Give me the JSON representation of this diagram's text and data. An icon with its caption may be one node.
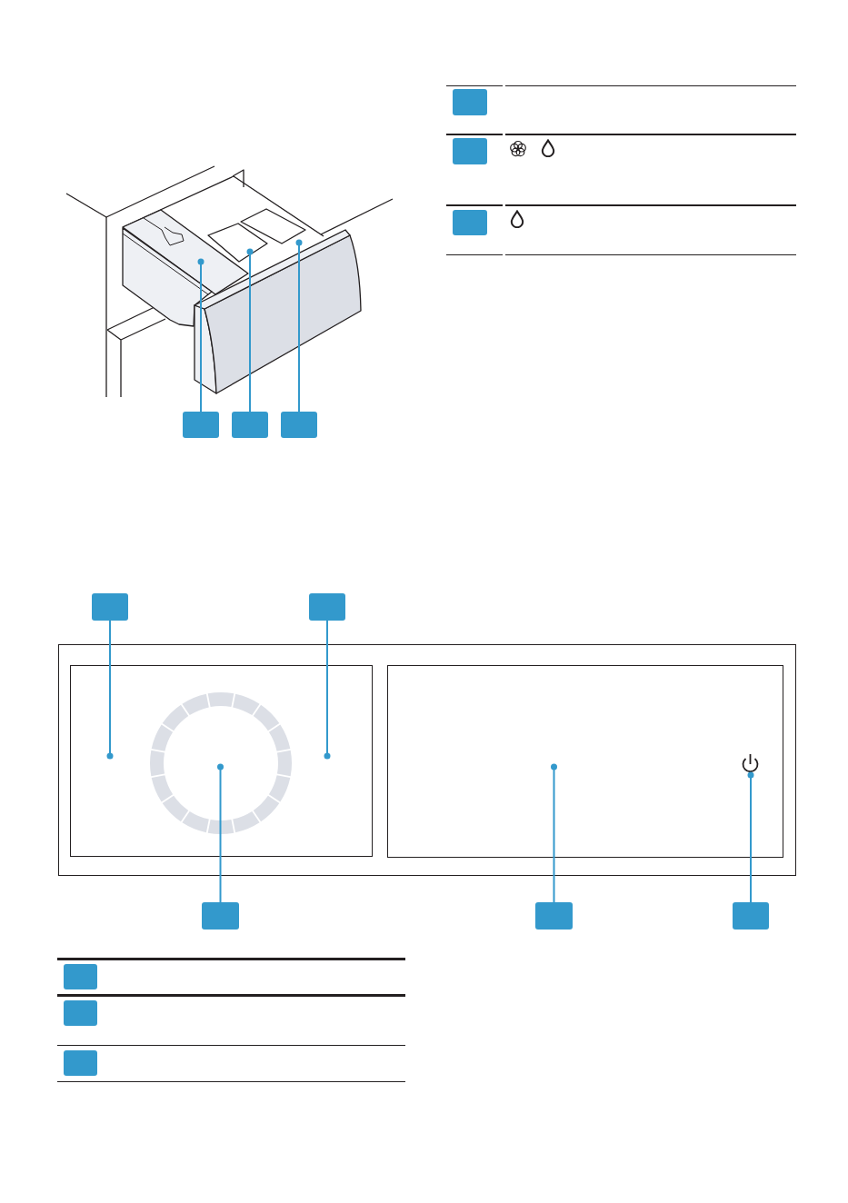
{
  "diagram": {
    "nodes": [
      {
        "text": [],
        "shape": "box"
      },
      {
        "text": [],
        "shape": "box"
      },
      {
        "text": [],
        "shape": "box"
      },
      {
        "text": [],
        "shape": "box"
      },
      {
        "text": [],
        "shape": "box"
      },
      {
        "text": [],
        "shape": "box"
      },
      {
        "text": [],
        "shape": "box"
      },
      {
        "text": [],
        "shape": "box"
      },
      {
        "text": [],
        "shape": "box"
      },
      {
        "text": [],
        "shape": "box"
      },
      {
        "text": [],
        "shape": "box"
      },
      {
        "text": [],
        "shape": "box"
      },
      {
        "text": [],
        "shape": "box"
      },
      {
        "text": [],
        "shape": "box"
      }
    ],
    "edges": [
      {
        "from": 0,
        "to": null,
        "arrow": "other"
      },
      {
        "from": 1,
        "to": null,
        "arrow": "other"
      },
      {
        "from": 2,
        "to": null,
        "arrow": "other"
      },
      {
        "from": 6,
        "to": null,
        "arrow": "other"
      },
      {
        "from": 7,
        "to": null,
        "arrow": "other"
      },
      {
        "from": 8,
        "to": null,
        "arrow": "other"
      },
      {
        "from": 9,
        "to": null,
        "arrow": "other"
      },
      {
        "from": 10,
        "to": null,
        "arrow": "other"
      }
    ]
  }
}
